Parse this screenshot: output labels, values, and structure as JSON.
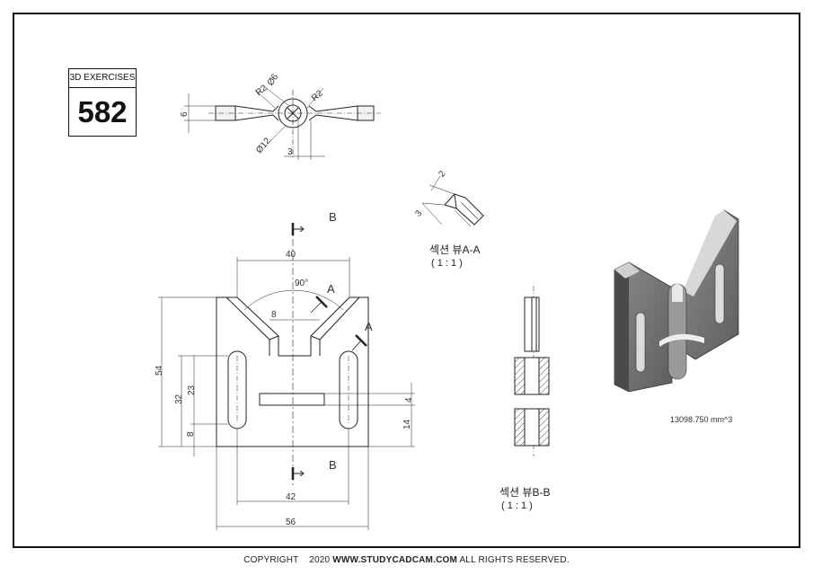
{
  "badge": {
    "label": "3D EXERCISES",
    "number": "582"
  },
  "footer": {
    "copyright": "COPYRIGHT",
    "year": "2020",
    "site": "WWW.STUDYCADCAM.COM",
    "rights": "ALL RIGHTS RESERVED."
  },
  "top_view": {
    "dim_height": "6",
    "dim_bore": "Ø6",
    "dim_outer": "Ø12",
    "dim_r_left": "R2",
    "dim_r_right": "R2",
    "dim_gap": "3"
  },
  "section_a": {
    "dim_2": "2",
    "dim_3": "3",
    "title": "섹션 뷰A-A",
    "scale": "( 1 : 1 )"
  },
  "front_view": {
    "cut_b_top": "B",
    "cut_b_bottom": "B",
    "cut_a": "A",
    "cut_a2": "A",
    "dim_40": "40",
    "dim_angle": "90°",
    "dim_8": "8",
    "dim_54": "54",
    "dim_32": "32",
    "dim_23": "23",
    "dim_8b": "8",
    "dim_4": "4",
    "dim_14": "14",
    "dim_42": "42",
    "dim_56": "56"
  },
  "section_b": {
    "title": "섹션 뷰B-B",
    "scale": "( 1 : 1 )"
  },
  "iso_view": {
    "volume": "13098.750 mm^3"
  }
}
